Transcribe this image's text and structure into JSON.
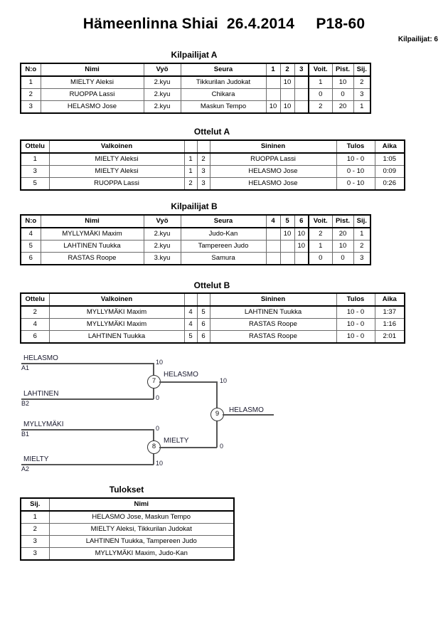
{
  "header": {
    "title": "Hämeenlinna Shiai  26.4.2014     P18-60",
    "entrants_label": "Kilpailijat: 6"
  },
  "pool_a": {
    "caption": "Kilpailijat A",
    "columns": [
      "N:o",
      "Nimi",
      "Vyö",
      "Seura",
      "1",
      "2",
      "3",
      "Voit.",
      "Pist.",
      "Sij."
    ],
    "rows": [
      {
        "no": "1",
        "name": "MIELTY Aleksi",
        "belt": "2.kyu",
        "club": "Tikkurilan Judokat",
        "m1": "",
        "m2": "10",
        "m3": "",
        "wins": "1",
        "points": "10",
        "rank": "2"
      },
      {
        "no": "2",
        "name": "RUOPPA Lassi",
        "belt": "2.kyu",
        "club": "Chikara",
        "m1": "",
        "m2": "",
        "m3": "",
        "wins": "0",
        "points": "0",
        "rank": "3"
      },
      {
        "no": "3",
        "name": "HELASMO Jose",
        "belt": "2.kyu",
        "club": "Maskun Tempo",
        "m1": "10",
        "m2": "10",
        "m3": "",
        "wins": "2",
        "points": "20",
        "rank": "1"
      }
    ]
  },
  "matches_a": {
    "caption": "Ottelut A",
    "columns": [
      "Ottelu",
      "Valkoinen",
      "",
      "",
      "Sininen",
      "Tulos",
      "Aika"
    ],
    "rows": [
      {
        "match": "1",
        "white": "MIELTY Aleksi",
        "wno": "1",
        "bno": "2",
        "blue": "RUOPPA Lassi",
        "result": "10 - 0",
        "time": "1:05"
      },
      {
        "match": "3",
        "white": "MIELTY Aleksi",
        "wno": "1",
        "bno": "3",
        "blue": "HELASMO Jose",
        "result": "0 - 10",
        "time": "0:09"
      },
      {
        "match": "5",
        "white": "RUOPPA Lassi",
        "wno": "2",
        "bno": "3",
        "blue": "HELASMO Jose",
        "result": "0 - 10",
        "time": "0:26"
      }
    ]
  },
  "pool_b": {
    "caption": "Kilpailijat B",
    "columns": [
      "N:o",
      "Nimi",
      "Vyö",
      "Seura",
      "4",
      "5",
      "6",
      "Voit.",
      "Pist.",
      "Sij."
    ],
    "rows": [
      {
        "no": "4",
        "name": "MYLLYMÄKI Maxim",
        "belt": "2.kyu",
        "club": "Judo-Kan",
        "m1": "",
        "m2": "10",
        "m3": "10",
        "wins": "2",
        "points": "20",
        "rank": "1"
      },
      {
        "no": "5",
        "name": "LAHTINEN Tuukka",
        "belt": "2.kyu",
        "club": "Tampereen Judo",
        "m1": "",
        "m2": "",
        "m3": "10",
        "wins": "1",
        "points": "10",
        "rank": "2"
      },
      {
        "no": "6",
        "name": "RASTAS Roope",
        "belt": "3.kyu",
        "club": "Samura",
        "m1": "",
        "m2": "",
        "m3": "",
        "wins": "0",
        "points": "0",
        "rank": "3"
      }
    ]
  },
  "matches_b": {
    "caption": "Ottelut B",
    "columns": [
      "Ottelu",
      "Valkoinen",
      "",
      "",
      "Sininen",
      "Tulos",
      "Aika"
    ],
    "rows": [
      {
        "match": "2",
        "white": "MYLLYMÄKI Maxim",
        "wno": "4",
        "bno": "5",
        "blue": "LAHTINEN Tuukka",
        "result": "10 - 0",
        "time": "1:37"
      },
      {
        "match": "4",
        "white": "MYLLYMÄKI Maxim",
        "wno": "4",
        "bno": "6",
        "blue": "RASTAS Roope",
        "result": "10 - 0",
        "time": "1:16"
      },
      {
        "match": "6",
        "white": "LAHTINEN Tuukka",
        "wno": "5",
        "bno": "6",
        "blue": "RASTAS Roope",
        "result": "10 - 0",
        "time": "2:01"
      }
    ]
  },
  "bracket": {
    "entries": [
      {
        "name": "HELASMO",
        "seed": "A1",
        "score": "10"
      },
      {
        "name": "LAHTINEN",
        "seed": "B2",
        "score": "0"
      },
      {
        "name": "MYLLYMÄKI",
        "seed": "B1",
        "score": "0"
      },
      {
        "name": "MIELTY",
        "seed": "A2",
        "score": "10"
      }
    ],
    "semis": [
      {
        "node": "7",
        "winner": "HELASMO",
        "score": "10"
      },
      {
        "node": "8",
        "winner": "MIELTY",
        "score": "0"
      }
    ],
    "final": {
      "node": "9",
      "winner": "HELASMO"
    }
  },
  "results": {
    "caption": "Tulokset",
    "columns": [
      "Sij.",
      "Nimi"
    ],
    "rows": [
      {
        "rank": "1",
        "name": "HELASMO Jose, Maskun Tempo"
      },
      {
        "rank": "2",
        "name": "MIELTY Aleksi, Tikkurilan Judokat"
      },
      {
        "rank": "3",
        "name": "LAHTINEN Tuukka, Tampereen Judo"
      },
      {
        "rank": "3",
        "name": "MYLLYMÄKI Maxim, Judo-Kan"
      }
    ]
  }
}
